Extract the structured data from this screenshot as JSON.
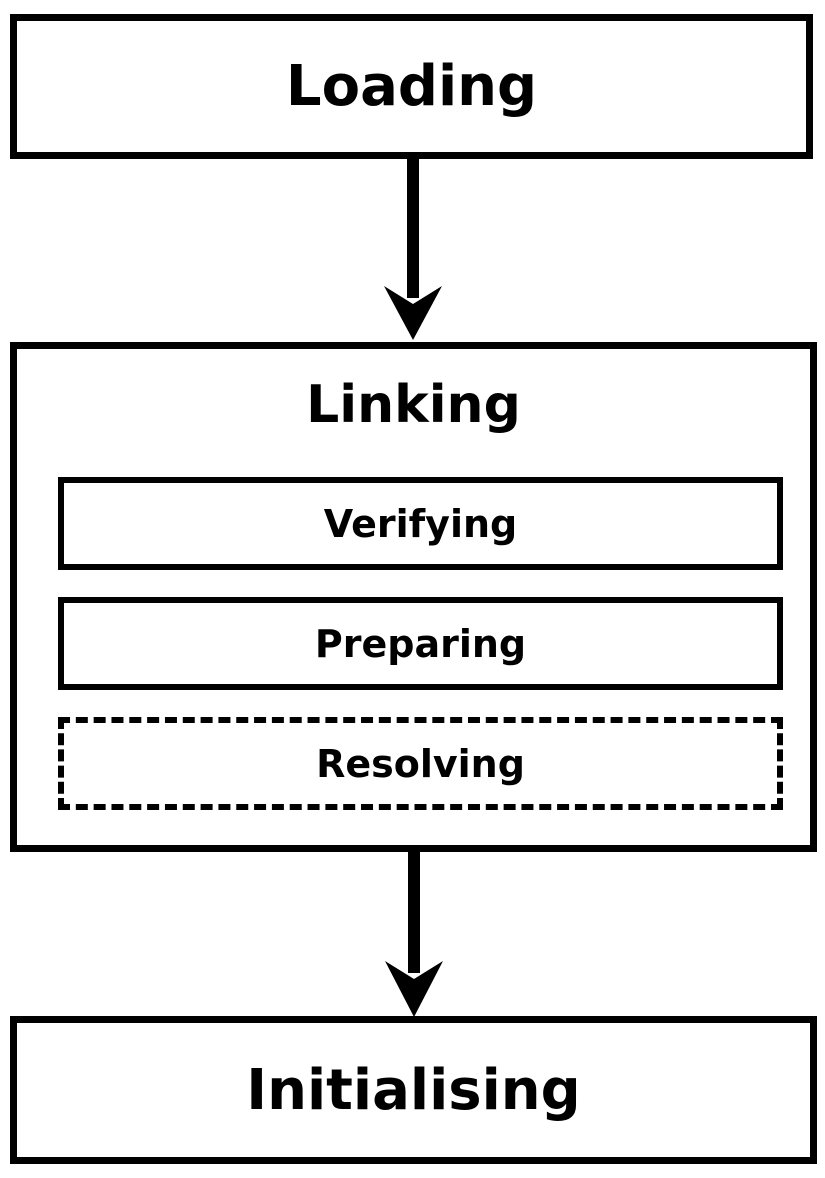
{
  "nodes": {
    "loading": "Loading",
    "linking": "Linking",
    "verifying": "Verifying",
    "preparing": "Preparing",
    "resolving": "Resolving",
    "initialising": "Initialising"
  }
}
